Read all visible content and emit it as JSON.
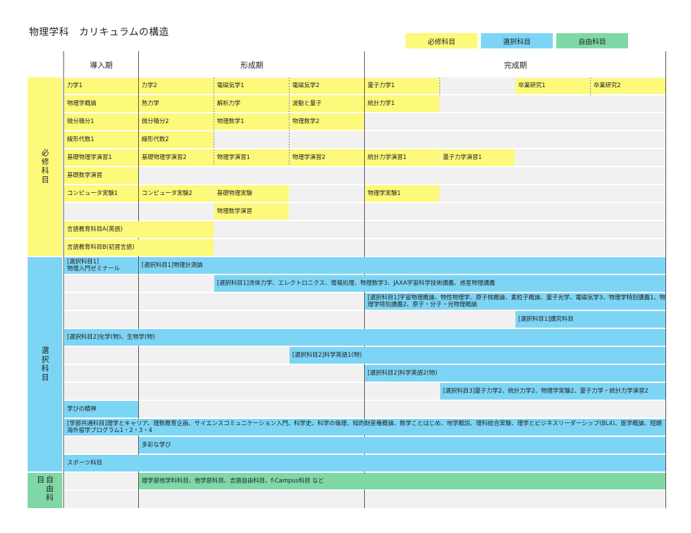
{
  "title": "物理学科　カリキュラムの構造",
  "legend": {
    "required": "必修科目",
    "elective": "選択科目",
    "free": "自由科目"
  },
  "colors": {
    "required": "#fdf97a",
    "elective": "#7dd5f5",
    "free": "#7fd8a6"
  },
  "phases": {
    "intro": "導入期",
    "formation": "形成期",
    "completion": "完成期"
  },
  "sections": {
    "required": "必修科目",
    "elective": "選択科目",
    "free": "自由科目"
  },
  "required": {
    "r1": [
      "力学1",
      "力学2",
      "電磁気学1",
      "電磁気学2",
      "量子力学1",
      "卒業研究1",
      "卒業研究2"
    ],
    "r2": [
      "物理学概論",
      "熱力学",
      "解析力学",
      "波動と量子",
      "統計力学1"
    ],
    "r3": [
      "微分積分1",
      "微分積分2",
      "物理数学1",
      "物理数学2"
    ],
    "r4": [
      "線形代数1",
      "線形代数2"
    ],
    "r5": [
      "基礎物理学演習1",
      "基礎物理学演習2",
      "物理学演習1",
      "物理学演習2",
      "統計力学演習1",
      "量子力学演習1"
    ],
    "r6": [
      "基礎数学演習"
    ],
    "r7": [
      "コンピュータ実験1",
      "コンピュータ実験2",
      "基礎物理実験",
      "物理学実験1"
    ],
    "r8": [
      "物理数学演習"
    ],
    "r9": [
      "言語教育科目A(英語)"
    ],
    "r10": [
      "言語教育科目B(初習言語)"
    ]
  },
  "elective": {
    "e1a": "[選択科目1]",
    "e1b": "物理入門ゼミナール",
    "e1c": "[選択科目1]物理計測論",
    "e2": "[選択科目1]流体力学、エレクトロニクス、情報処理、物理数学3、JAXA宇宙科学技術講義、惑星物理講義",
    "e3": "[選択科目1]宇宙物理概論、物性物理学、原子核概論、素粒子概論、量子光学、電磁気学3、物理学特別講義1、物理学特別講義2、原子・分子・光物理概論",
    "e4": "[選択科目1]講究科目",
    "e5": "[選択科目2]化学(物)、生物学(物)",
    "e6": "[選択科目2]科学英語1(物)",
    "e7": "[選択科目2]科学英語2(物)",
    "e8": "[選択科目3]量子力学2、統計力学2、物理学実験2、量子力学・統計力学演習2",
    "e9": "学びの精神",
    "e10": "[学部共通科目]理学とキャリア、理数教育企画、サイエンスコミュニケーション入門、科学史、科学の倫理、知的財産権概論、数学ことはじめ、地学概説、理科総合実験、理学とビジネスリーダーシップ(BL4)、医学概論、短期海外留学プログラム1・2・3・4",
    "e11": "多彩な学び",
    "e12": "スポーツ科目"
  },
  "free": {
    "f1": "理学部他学科科目、他学部科目、言語自由科目、f-Campus科目 など"
  }
}
